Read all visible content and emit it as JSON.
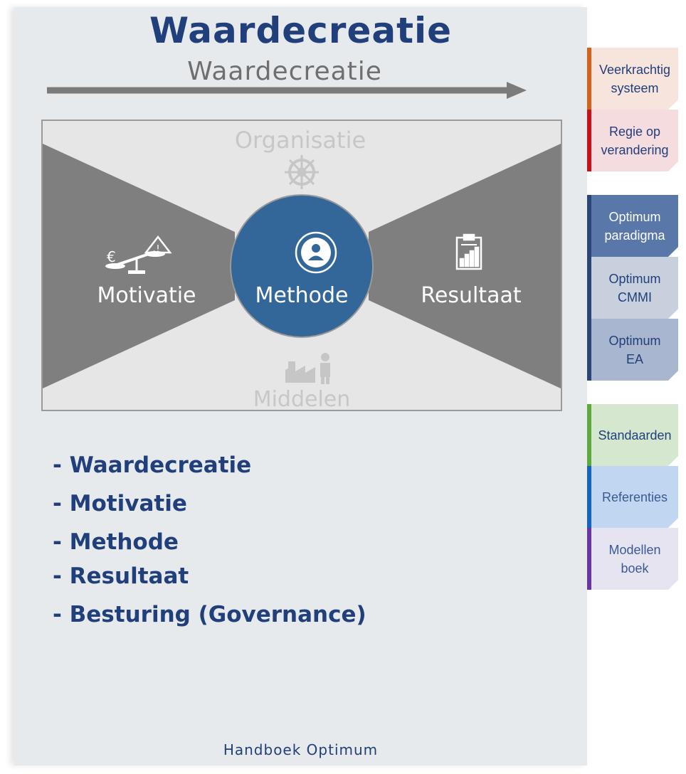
{
  "header": {
    "title": "Waardecreatie",
    "subtitle": "Waardecreatie"
  },
  "diagram": {
    "top_label": "Organisatie",
    "bottom_label": "Middelen",
    "left_label": "Motivatie",
    "center_label": "Methode",
    "right_label": "Resultaat",
    "icons": [
      "helm-wheel-icon",
      "balance-scale-icon",
      "user-cycle-icon",
      "report-chart-icon",
      "factory-worker-icon"
    ]
  },
  "list": {
    "items": [
      "- Waardecreatie",
      "- Motivatie",
      "- Methode",
      "- Resultaat",
      "- Besturing (Governance)"
    ]
  },
  "footer": {
    "text": "Handboek Optimum"
  },
  "tabs": [
    {
      "label": "Veerkrachtig\nsysteem",
      "bg": "#f7e4dc",
      "border": "#d9601b",
      "color": "#213f7a"
    },
    {
      "label": "Regie op\nverandering",
      "bg": "#f4dcdf",
      "border": "#cc0e1a",
      "color": "#213f7a"
    },
    {
      "label": "Optimum\nparadigma",
      "bg": "#5977a8",
      "border": "#2b4676",
      "color": "#ffffff"
    },
    {
      "label": "Optimum\nCMMI",
      "bg": "#c8d0de",
      "border": "#2b4676",
      "color": "#213f7a"
    },
    {
      "label": "Optimum\nEA",
      "bg": "#a8b7cf",
      "border": "#2b4676",
      "color": "#213f7a"
    },
    {
      "label": "Standaarden",
      "bg": "#d6e7cf",
      "border": "#5fa83b",
      "color": "#213f7a"
    },
    {
      "label": "Referenties",
      "bg": "#c1d6f1",
      "border": "#1464c8",
      "color": "#3a5a95"
    },
    {
      "label": "Modellen\nboek",
      "bg": "#e6e4f1",
      "border": "#6b35a8",
      "color": "#3a5a95"
    }
  ]
}
